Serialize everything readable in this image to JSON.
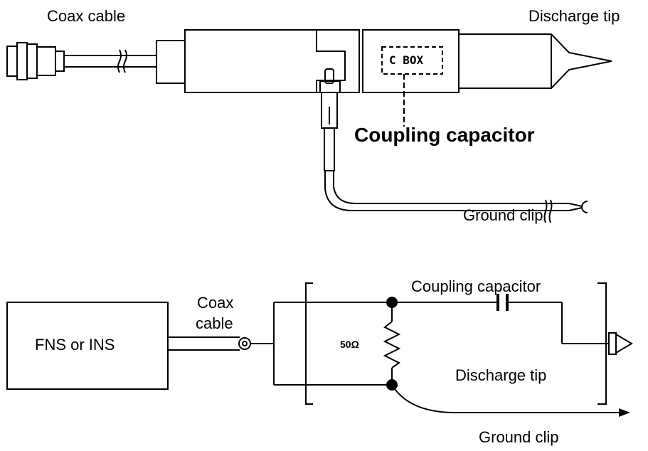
{
  "top_diagram": {
    "coax_cable_label": "Coax cable",
    "discharge_tip_label": "Discharge tip",
    "cbox_label": "C BOX",
    "coupling_capacitor_label": "Coupling capacitor",
    "ground_clip_label": "Ground  clip"
  },
  "schematic": {
    "generator_label": "FNS or INS",
    "coax_label_line1": "Coax",
    "coax_label_line2": "cable",
    "resistor_label": "50Ω",
    "coupling_capacitor_label": "Coupling capacitor",
    "discharge_tip_label": "Discharge tip",
    "ground_clip_label": "Ground clip"
  }
}
